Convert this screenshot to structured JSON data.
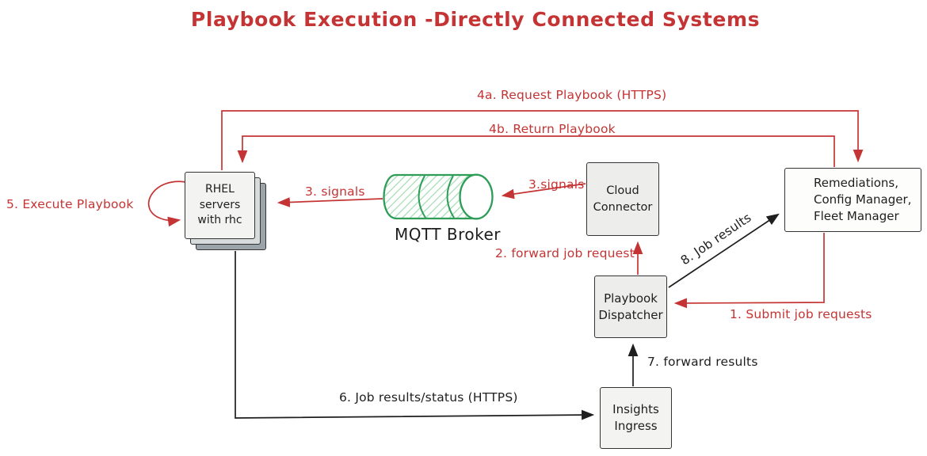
{
  "title": "Playbook Execution -Directly Connected Systems",
  "colors": {
    "accent_red": "#c53434",
    "line_black": "#1e1e1e",
    "green_stroke": "#2d9d58",
    "green_hatch": "#a3dcb2",
    "node_fill_gray": "#ededeb",
    "node_fill_white": "#fdfdfc"
  },
  "nodes": {
    "rhel": {
      "lines": [
        "RHEL",
        "servers",
        "with rhc"
      ]
    },
    "mqtt": {
      "label": "MQTT Broker"
    },
    "cloud_connector": {
      "lines": [
        "Cloud",
        "Connector"
      ]
    },
    "remediations": {
      "lines": [
        "Remediations,",
        "Config Manager,",
        "Fleet Manager"
      ]
    },
    "playbook_dispatcher": {
      "lines": [
        "Playbook",
        "Dispatcher"
      ]
    },
    "insights_ingress": {
      "lines": [
        "Insights",
        "Ingress"
      ]
    }
  },
  "edge_labels": {
    "submit_job_requests": "1. Submit job requests",
    "forward_job_request": "2. forward job request",
    "signals_broker_to_servers": "3. signals",
    "signals_connector_to_broker": "3.signals",
    "request_playbook": "4a. Request Playbook (HTTPS)",
    "return_playbook": "4b. Return Playbook",
    "execute_playbook": "5. Execute Playbook",
    "job_results_status": "6. Job results/status (HTTPS)",
    "forward_results": "7. forward results",
    "job_results": "8. Job results"
  }
}
